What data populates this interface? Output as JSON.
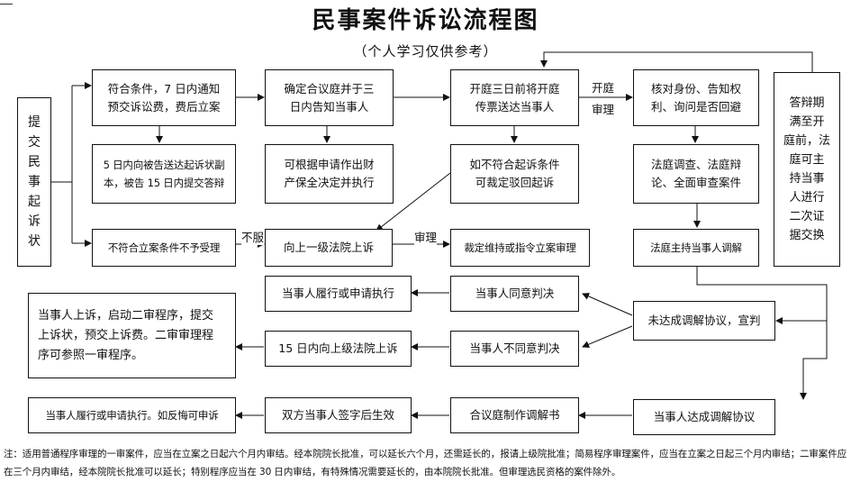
{
  "title": "民事案件诉讼流程图",
  "subtitle": "（个人学习仅供参考）",
  "nodes": {
    "file_suit": "提\n交\n民\n事\n起\n诉\n状",
    "meets_conditions": "符合条件，7 日内通知\n预交诉讼费，费后立案",
    "serve_copy": "5 日内向被告送达起诉状副\n本，被告 15 日内提交答辩",
    "not_accepted": "不符合立案条件不予受理",
    "form_panel": "确定合议庭并于三\n日内告知当事人",
    "property_preservation": "可根据申请作出财\n产保全决定并执行",
    "appeal_higher": "向上一级法院上诉",
    "summons": "开庭三日前将开庭\n传票送达当事人",
    "dismiss": "如不符合起诉条件\n可裁定驳回起诉",
    "ruling_order": "裁定维持或指令立案审理",
    "verify_identity": "核对身份、告知权\n利、询问是否回避",
    "investigation": "法庭调查、法庭辩\n论、全面审查案件",
    "mediation": "法庭主持当事人调解",
    "defense_period": "答辩期\n满至开\n庭前，法\n庭可主\n持当事\n人进行\n二次证\n据交换",
    "no_agreement": "未达成调解协议，宣判",
    "agree_judgment": "当事人同意判决",
    "perform_or_enforce": "当事人履行或申请执行",
    "disagree_judgment": "当事人不同意判决",
    "appeal_15_days": "15 日内向上级法院上诉",
    "second_instance": "当事人上诉，启动二审程序，提交\n上诉状，预交上诉费。二审审理程\n序可参照一审程序。",
    "reach_agreement": "当事人达成调解协议",
    "mediation_document": "合议庭制作调解书",
    "both_sign": "双方当事人签字后生效",
    "perform_or_petition": "当事人履行或申请执行。如反悔可申诉"
  },
  "edge_labels": {
    "open_court": "开庭",
    "trial": "审理",
    "refuse": "不服",
    "review": "审理"
  },
  "note": "注：适用普通程序审理的一审案件，应当在立案之日起六个月内审结。经本院院长批准，可以延长六个月，还需延长的，报请上级院批准；简易程序审理案件，应当在立案之日起三个月内审结；二审案件应在三个月内审结，经本院院长批准可以延长；特别程序应当在 30 日内审结，有特殊情况需要延长的，由本院院长批准。但审理选民资格的案件除外。"
}
